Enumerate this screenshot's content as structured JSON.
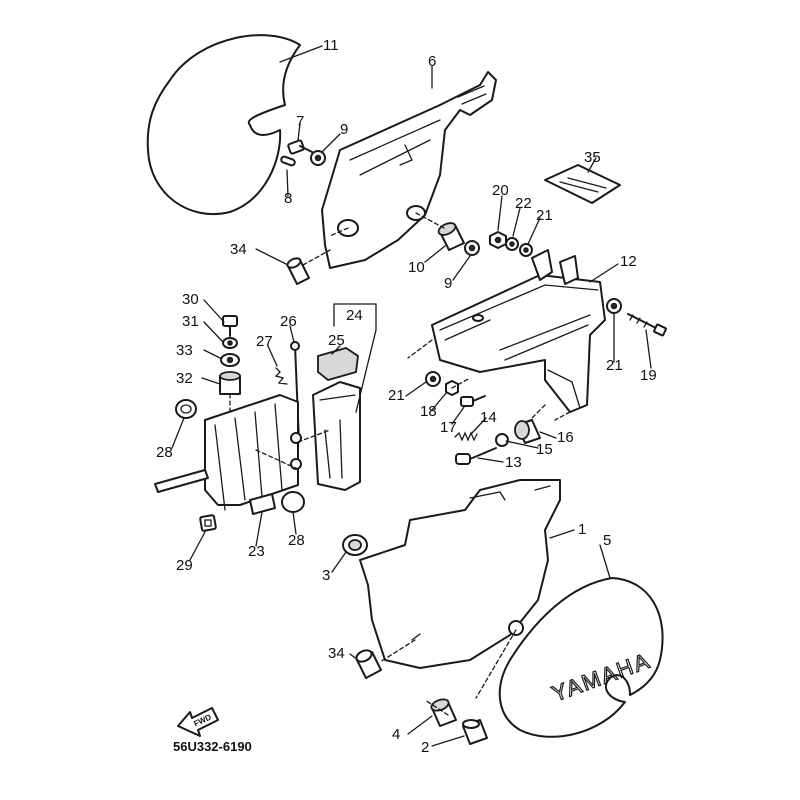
{
  "diagram": {
    "catalog_code": "56U332-6190",
    "forward_arrow_text": "FWD",
    "brand_text": "YAMAHA",
    "callouts": {
      "p1": "1",
      "p2": "2",
      "p3": "3",
      "p4": "4",
      "p5": "5",
      "p6": "6",
      "p7": "7",
      "p8": "8",
      "p9a": "9",
      "p9b": "9",
      "p10": "10",
      "p11": "11",
      "p12": "12",
      "p13": "13",
      "p14": "14",
      "p15": "15",
      "p16": "16",
      "p17": "17",
      "p18": "18",
      "p19": "19",
      "p20": "20",
      "p21a": "21",
      "p21b": "21",
      "p21c": "21",
      "p22": "22",
      "p23": "23",
      "p24": "24",
      "p25": "25",
      "p26": "26",
      "p27": "27",
      "p28a": "28",
      "p28b": "28",
      "p29": "29",
      "p30": "30",
      "p31": "31",
      "p32": "32",
      "p33": "33",
      "p34a": "34",
      "p34b": "34",
      "p35": "35"
    }
  },
  "colors": {
    "line": "#1a1a1a",
    "background": "#ffffff",
    "fill_light": "#d8d8d8"
  }
}
